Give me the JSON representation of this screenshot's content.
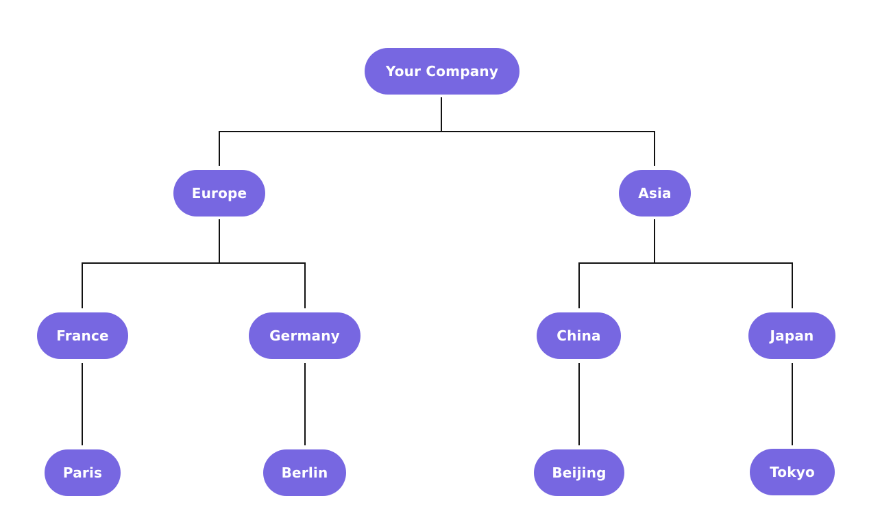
{
  "colors": {
    "node_fill": "#7767e1",
    "node_text": "#ffffff",
    "connector": "#111111",
    "background": "#ffffff"
  },
  "org_chart": {
    "root": "Your Company",
    "regions": [
      {
        "name": "Europe",
        "countries": [
          {
            "name": "France",
            "city": "Paris"
          },
          {
            "name": "Germany",
            "city": "Berlin"
          }
        ]
      },
      {
        "name": "Asia",
        "countries": [
          {
            "name": "China",
            "city": "Beijing"
          },
          {
            "name": "Japan",
            "city": "Tokyo"
          }
        ]
      }
    ]
  }
}
